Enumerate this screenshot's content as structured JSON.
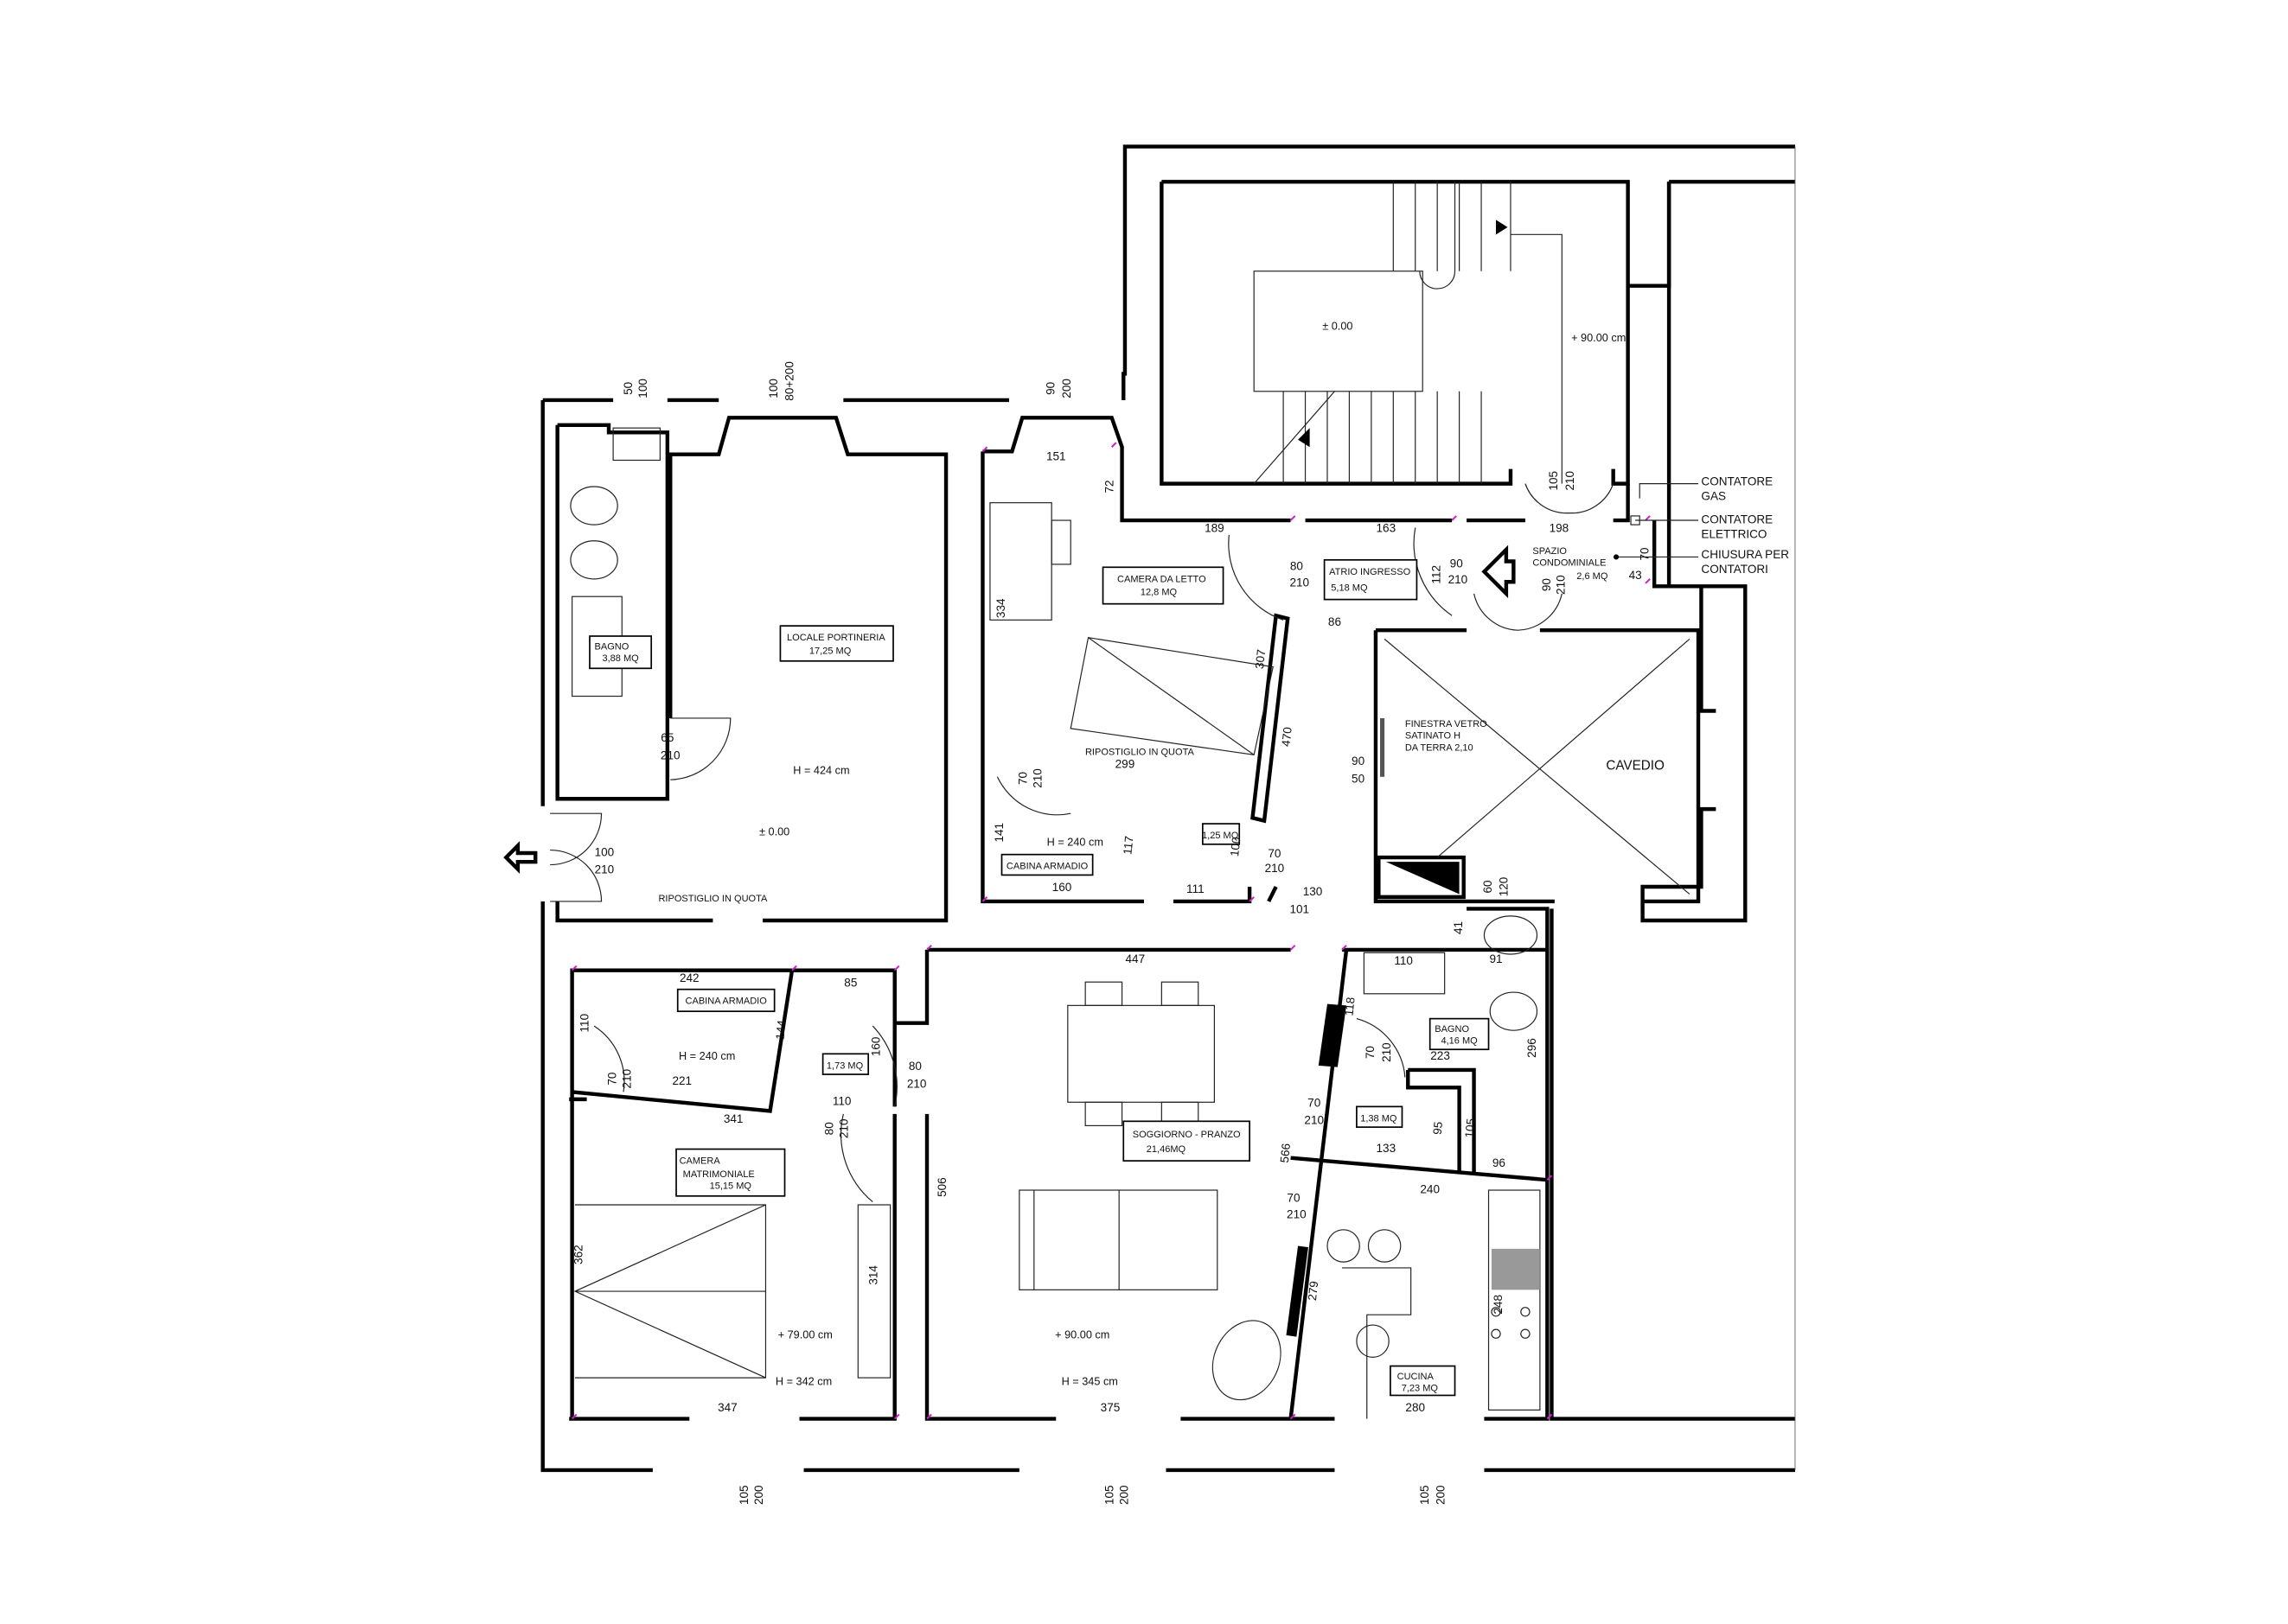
{
  "rooms": {
    "bagno_small": {
      "name": "BAGNO",
      "area": "3,88 MQ"
    },
    "portineria": {
      "name": "LOCALE PORTINERIA",
      "area": "17,25 MQ",
      "height": "H = 424 cm",
      "level": "± 0.00"
    },
    "camera_letto": {
      "name": "CAMERA DA LETTO",
      "area": "12,8 MQ"
    },
    "atrio": {
      "name": "ATRIO INGRESSO",
      "area": "5,18 MQ"
    },
    "cabina_armadio_1": {
      "name": "CABINA ARMADIO",
      "height": "H = 240 cm"
    },
    "ripostiglio_1": {
      "name": "RIPOSTIGLIO IN QUOTA"
    },
    "ripostiglio_2": {
      "name": "RIPOSTIGLIO IN QUOTA"
    },
    "closet_small": {
      "area": "1,25 MQ"
    },
    "cabina_armadio_2": {
      "name": "CABINA ARMADIO",
      "height": "H = 240 cm"
    },
    "closet_mid": {
      "area": "1,73 MQ"
    },
    "camera_matrimoniale": {
      "name1": "CAMERA",
      "name2": "MATRIMONIALE",
      "area": "15,15 MQ",
      "level": "+ 79.00 cm",
      "height": "H = 342 cm"
    },
    "soggiorno": {
      "name": "SOGGIORNO - PRANZO",
      "area": "21,46MQ",
      "level": "+ 90.00 cm",
      "height": "H = 345 cm"
    },
    "bagno_large": {
      "name": "BAGNO",
      "area": "4,16 MQ"
    },
    "antibagno": {
      "area": "1,38 MQ"
    },
    "cucina": {
      "name": "CUCINA",
      "area": "7,23 MQ"
    },
    "cavedio": {
      "name": "CAVEDIO",
      "window1": "FINESTRA VETRO",
      "window2": "SATINATO H",
      "window3": "DA TERRA 2,10"
    },
    "spazio": {
      "name1": "SPAZIO",
      "name2": "CONDOMINIALE",
      "area": "2,6 MQ"
    },
    "stair": {
      "level": "± 0.00",
      "landing": "+ 90.00 cm"
    }
  },
  "notes": {
    "gas1": "CONTATORE",
    "gas2": "GAS",
    "el1": "CONTATORE",
    "el2": "ELETTRICO",
    "ch1": "CHIUSURA PER",
    "ch2": "CONTATORI"
  },
  "dims": [
    "50",
    "100",
    "100",
    "80+200",
    "90",
    "200",
    "105",
    "210",
    "105",
    "200",
    "105",
    "200",
    "105",
    "200",
    "151",
    "72",
    "189",
    "163",
    "198",
    "70",
    "43",
    "80",
    "210",
    "112",
    "90",
    "210",
    "90",
    "210",
    "86",
    "334",
    "307",
    "470",
    "299",
    "70",
    "210",
    "141",
    "117",
    "100",
    "70",
    "210",
    "160",
    "111",
    "130",
    "101",
    "90",
    "50",
    "60",
    "120",
    "41",
    "110",
    "91",
    "118",
    "70",
    "210",
    "223",
    "296",
    "95",
    "105",
    "70",
    "210",
    "133",
    "96",
    "240",
    "566",
    "70",
    "210",
    "279",
    "248",
    "280",
    "447",
    "242",
    "85",
    "110",
    "144",
    "160",
    "80",
    "210",
    "221",
    "70",
    "210",
    "110",
    "341",
    "80",
    "210",
    "362",
    "314",
    "506",
    "347",
    "375",
    "65",
    "210",
    "100",
    "210"
  ]
}
